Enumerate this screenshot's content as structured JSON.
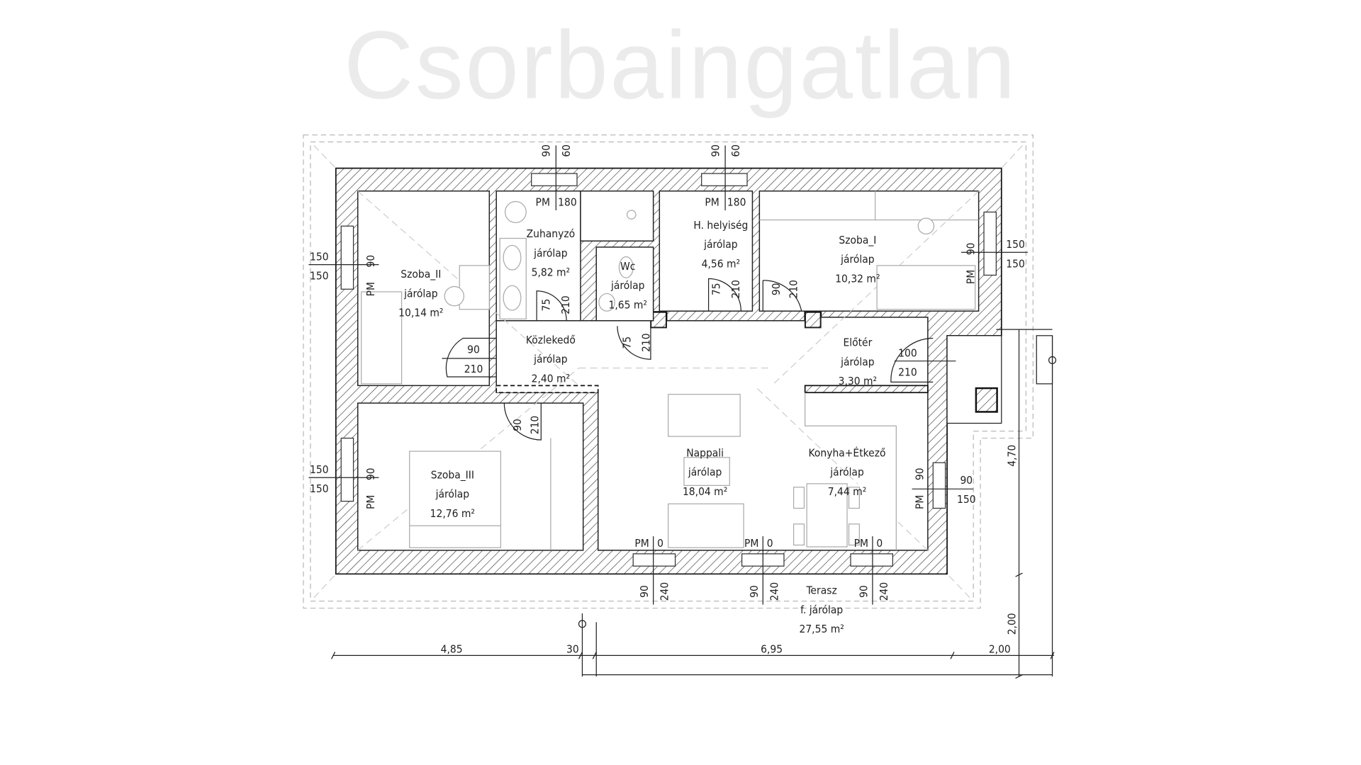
{
  "watermark": "Csorbaingatlan",
  "rooms": {
    "szoba_ii": {
      "name": "Szoba_II",
      "floor": "járólap",
      "area": "10,14 m²"
    },
    "zuhanyzo": {
      "name": "Zuhanyzó",
      "floor": "járólap",
      "area": "5,82 m²"
    },
    "wc": {
      "name": "Wc",
      "floor": "járólap",
      "area": "1,65 m²"
    },
    "h_helyiseg": {
      "name": "H. helyiség",
      "floor": "járólap",
      "area": "4,56 m²"
    },
    "szoba_i": {
      "name": "Szoba_I",
      "floor": "járólap",
      "area": "10,32 m²"
    },
    "kozlekedo": {
      "name": "Közlekedő",
      "floor": "járólap",
      "area": "2,40 m²"
    },
    "eloter": {
      "name": "Előtér",
      "floor": "járólap",
      "area": "3,30 m²"
    },
    "szoba_iii": {
      "name": "Szoba_III",
      "floor": "járólap",
      "area": "12,76 m²"
    },
    "nappali": {
      "name": "Nappali",
      "floor": "járólap",
      "area": "18,04 m²"
    },
    "konyha": {
      "name": "Konyha+Étkező",
      "floor": "járólap",
      "area": "7,44 m²"
    },
    "terasz": {
      "name": "Terasz",
      "floor": "f. járólap",
      "area": "27,55 m²"
    }
  },
  "windows": {
    "top_zuhanyzo": {
      "width": "90",
      "height": "60",
      "pm_label": "PM",
      "pm": "180"
    },
    "top_h": {
      "width": "90",
      "height": "60",
      "pm_label": "PM",
      "pm": "180"
    },
    "left_szoba_ii": {
      "width": "150",
      "height": "150",
      "pm_label": "PM",
      "pm": "90"
    },
    "left_szoba_iii": {
      "width": "150",
      "height": "150",
      "pm_label": "PM",
      "pm": "90"
    },
    "right_szoba_i": {
      "width": "150",
      "height": "150",
      "pm_label": "PM",
      "pm": "90"
    },
    "right_konyha": {
      "width": "90",
      "height": "150",
      "pm_label": "PM",
      "pm": "90"
    },
    "bottom_1": {
      "width": "90",
      "height": "240",
      "pm_label": "PM",
      "pm": "0"
    },
    "bottom_2": {
      "width": "90",
      "height": "240",
      "pm_label": "PM",
      "pm": "0"
    },
    "bottom_3": {
      "width": "90",
      "height": "240",
      "pm_label": "PM",
      "pm": "0"
    }
  },
  "doors": {
    "zuhanyzo": {
      "width": "75",
      "height": "210"
    },
    "wc": {
      "width": "75",
      "height": "210"
    },
    "h_helyiseg": {
      "width": "75",
      "height": "210"
    },
    "szoba_i": {
      "width": "90",
      "height": "210"
    },
    "szoba_ii": {
      "width": "90",
      "height": "210"
    },
    "szoba_iii": {
      "width": "90",
      "height": "210"
    },
    "entrance": {
      "width": "100",
      "height": "210"
    }
  },
  "dimensions": {
    "bottom": [
      "4,85",
      "30",
      "6,95",
      "2,00"
    ],
    "right": [
      "4,70",
      "2,00"
    ]
  },
  "colors": {
    "line": "#222222",
    "roof": "#b8b8b8",
    "watermark": "#ebebeb"
  }
}
